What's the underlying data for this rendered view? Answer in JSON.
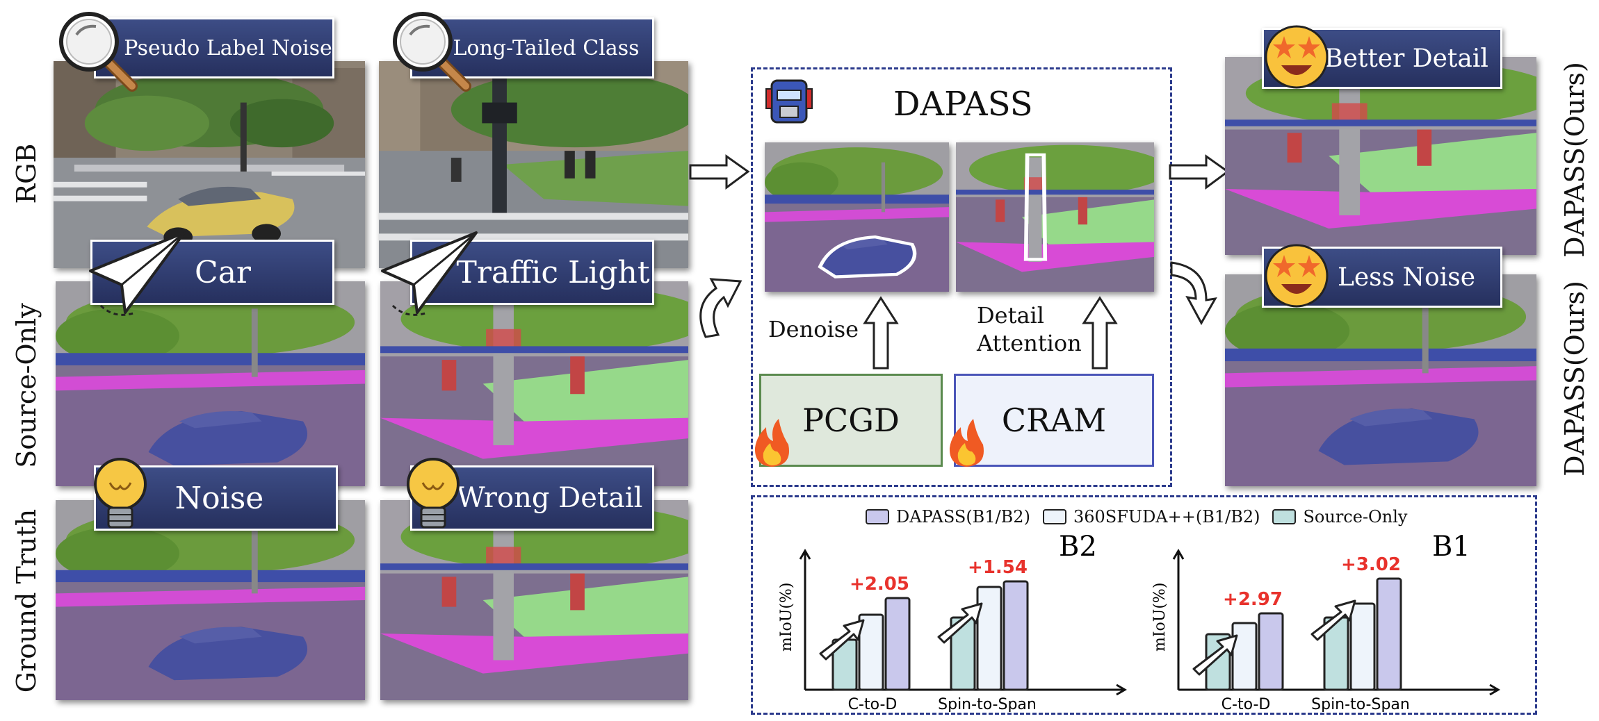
{
  "rows": [
    "RGB",
    "Source-Only",
    "Ground Truth"
  ],
  "right_labels": [
    "DAPASS(Ours)",
    "DAPASS(Ours)"
  ],
  "banners": {
    "pseudo_label_noise": "Pseudo Label Noise",
    "long_tailed_class": "Long-Tailed Class",
    "car": "Car",
    "traffic_light": "Traffic Light",
    "noise": "Noise",
    "wrong_detail": "Wrong Detail",
    "better_detail": "Better Detail",
    "less_noise": "Less Noise"
  },
  "center": {
    "title": "DAPASS",
    "denoise": "Denoise",
    "detail_attention_1": "Detail",
    "detail_attention_2": "Attention",
    "pcgd": "PCGD",
    "cram": "CRAM"
  },
  "legend": [
    "DAPASS(B1/B2)",
    "360SFUDA++(B1/B2)",
    "Source-Only"
  ],
  "colors": {
    "dapass": "#c9c8ec",
    "sfuda": "#eef4fb",
    "source_only": "#bfe0df",
    "gain": "#e8322c",
    "dash": "#2b3a8c",
    "banner": "#2e3a70",
    "pcgd_fill": "#dfe8dc",
    "pcgd_border": "#5a8a4e",
    "cram_fill": "#eef2fb",
    "cram_border": "#4a55b8"
  },
  "chart_data": [
    {
      "type": "bar",
      "name_label": "B2",
      "ylabel": "mIoU(%)",
      "categories": [
        "C-to-D",
        "Spin-to-Span"
      ],
      "series": [
        {
          "name": "Source-Only",
          "values": [
            0.36,
            0.52
          ]
        },
        {
          "name": "360SFUDA++(B1/B2)",
          "values": [
            0.54,
            0.74
          ]
        },
        {
          "name": "DAPASS(B1/B2)",
          "values": [
            0.66,
            0.78
          ]
        }
      ],
      "gains": [
        "+2.05",
        "+1.54"
      ]
    },
    {
      "type": "bar",
      "name_label": "B1",
      "ylabel": "mIoU(%)",
      "categories": [
        "C-to-D",
        "Spin-to-Span"
      ],
      "series": [
        {
          "name": "Source-Only",
          "values": [
            0.4,
            0.52
          ]
        },
        {
          "name": "360SFUDA++(B1/B2)",
          "values": [
            0.48,
            0.62
          ]
        },
        {
          "name": "DAPASS(B1/B2)",
          "values": [
            0.55,
            0.8
          ]
        }
      ],
      "gains": [
        "+2.97",
        "+3.02"
      ]
    }
  ]
}
